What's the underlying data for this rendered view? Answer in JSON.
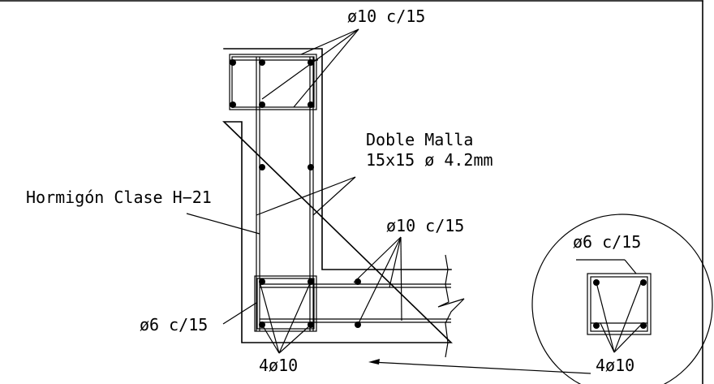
{
  "labels": {
    "top_bars": "ø10 c/15",
    "doble_malla_line1": "Doble Malla",
    "doble_malla_line2": "15x15 ø 4.2mm",
    "hormigon": "Hormigón Clase H−21",
    "slab_bars": "ø10 c/15",
    "stirrup": "ø6 c/15",
    "corner_bars": "4ø10",
    "detail_stirrup": "ø6 c/15",
    "detail_corner_bars": "4ø10"
  },
  "colors": {
    "ink": "#000000",
    "background": "#ffffff"
  }
}
